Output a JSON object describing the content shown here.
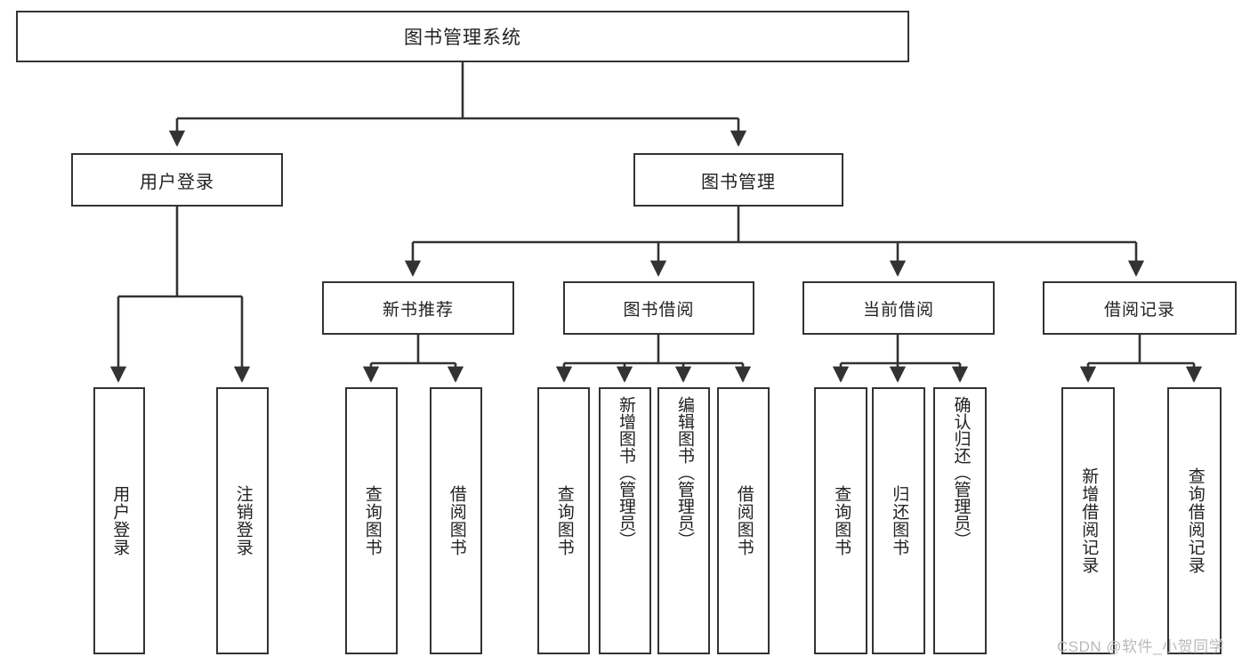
{
  "diagram": {
    "type": "tree-hierarchy-diagram",
    "title": "图书管理系统",
    "colors": {
      "border": "#333333",
      "background": "#ffffff",
      "text": "#222222",
      "connector": "#333333",
      "watermark": "#b9b9b9"
    },
    "watermark": "CSDN @软件_小贺同学"
  },
  "nodes": {
    "root": {
      "label": "图书管理系统"
    },
    "level2": [
      {
        "id": "user-login",
        "label": "用户登录"
      },
      {
        "id": "book-management",
        "label": "图书管理"
      }
    ],
    "level3": [
      {
        "id": "new-book-recommend",
        "label": "新书推荐"
      },
      {
        "id": "book-borrow",
        "label": "图书借阅"
      },
      {
        "id": "current-borrow",
        "label": "当前借阅"
      },
      {
        "id": "borrow-record",
        "label": "借阅记录"
      }
    ],
    "leaves": [
      {
        "id": "leaf-user-login",
        "label": "用户登录"
      },
      {
        "id": "leaf-logout-login",
        "label": "注销登录"
      },
      {
        "id": "leaf-query-book-1",
        "label": "查询图书"
      },
      {
        "id": "leaf-borrow-book-1",
        "label": "借阅图书"
      },
      {
        "id": "leaf-query-book-2",
        "label": "查询图书"
      },
      {
        "id": "leaf-add-book",
        "label": "新增图书（管理员）"
      },
      {
        "id": "leaf-edit-book",
        "label": "编辑图书（管理员）"
      },
      {
        "id": "leaf-borrow-book-2",
        "label": "借阅图书"
      },
      {
        "id": "leaf-query-book-3",
        "label": "查询图书"
      },
      {
        "id": "leaf-return-book",
        "label": "归还图书"
      },
      {
        "id": "leaf-confirm-return",
        "label": "确认归还（管理员）"
      },
      {
        "id": "leaf-add-record",
        "label": "新增借阅记录"
      },
      {
        "id": "leaf-query-record",
        "label": "查询借阅记录"
      }
    ]
  }
}
